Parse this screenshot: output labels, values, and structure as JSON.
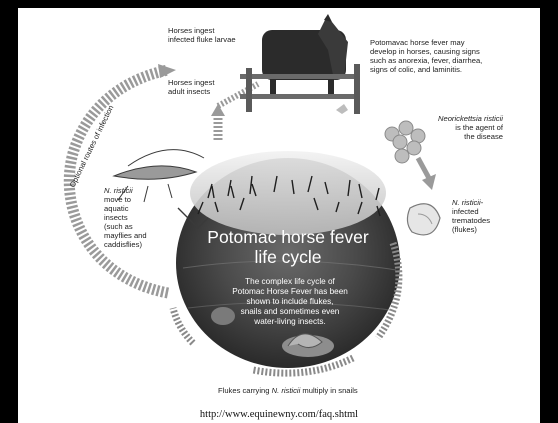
{
  "title": {
    "line1": "Potomac horse fever",
    "line2": "life cycle"
  },
  "inner_text": [
    "The complex life cycle of",
    "Potomac Horse Fever has been",
    "shown to include flukes,",
    "snails and sometimes even",
    "water-living insects."
  ],
  "arc_label": "Optional routes of infection",
  "labels": {
    "horses_larvae": [
      "Horses ingest",
      "infected fluke larvae"
    ],
    "horses_adult": [
      "Horses ingest",
      "adult insects"
    ],
    "pf_signs": [
      "Potomavac horse fever may",
      "develop in horses, causing signs",
      "such as anorexia, fever, diarrhea,",
      "signs of colic, and laminitis."
    ],
    "agent_name": "Neorickettsia risticii",
    "agent_rest": [
      "is the agent of",
      "the disease"
    ],
    "insects_name": "N. risticii",
    "insects_rest": [
      "move to",
      "aquatic",
      "insects",
      "(such as",
      "mayflies and",
      "caddisflies)"
    ],
    "trematodes_name": [
      "N. risticii-"
    ],
    "trematodes_rest": [
      "infected",
      "trematodes",
      "(flukes)"
    ],
    "snails_pre": "Flukes carrying ",
    "snails_name": "N. risticii",
    "snails_post": " multiply in snails"
  },
  "source_url": "http://www.equinewny.com/faq.shtml",
  "colors": {
    "slide_bg": "#ffffff",
    "page_bg": "#000000",
    "circle_dark": "#3a3a3a",
    "arrow_gray": "#8a8a8a"
  },
  "icons": [
    "horse-icon",
    "fence-icon",
    "bacteria-cluster-icon",
    "fluke-icon",
    "insect-icon",
    "snail-icon"
  ]
}
